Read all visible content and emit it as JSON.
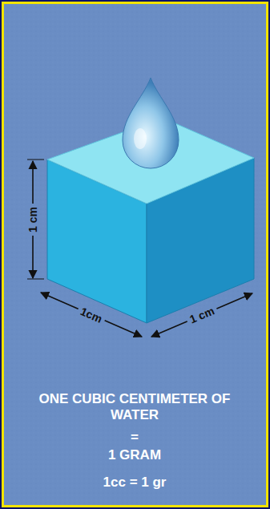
{
  "diagram": {
    "labels": [
      "1 cm",
      "1cm",
      "1 cm",
      "ONE CUBIC CENTIMETER OF WATER",
      "=",
      "1 GRAM",
      "1cc = 1 gr"
    ]
  }
}
